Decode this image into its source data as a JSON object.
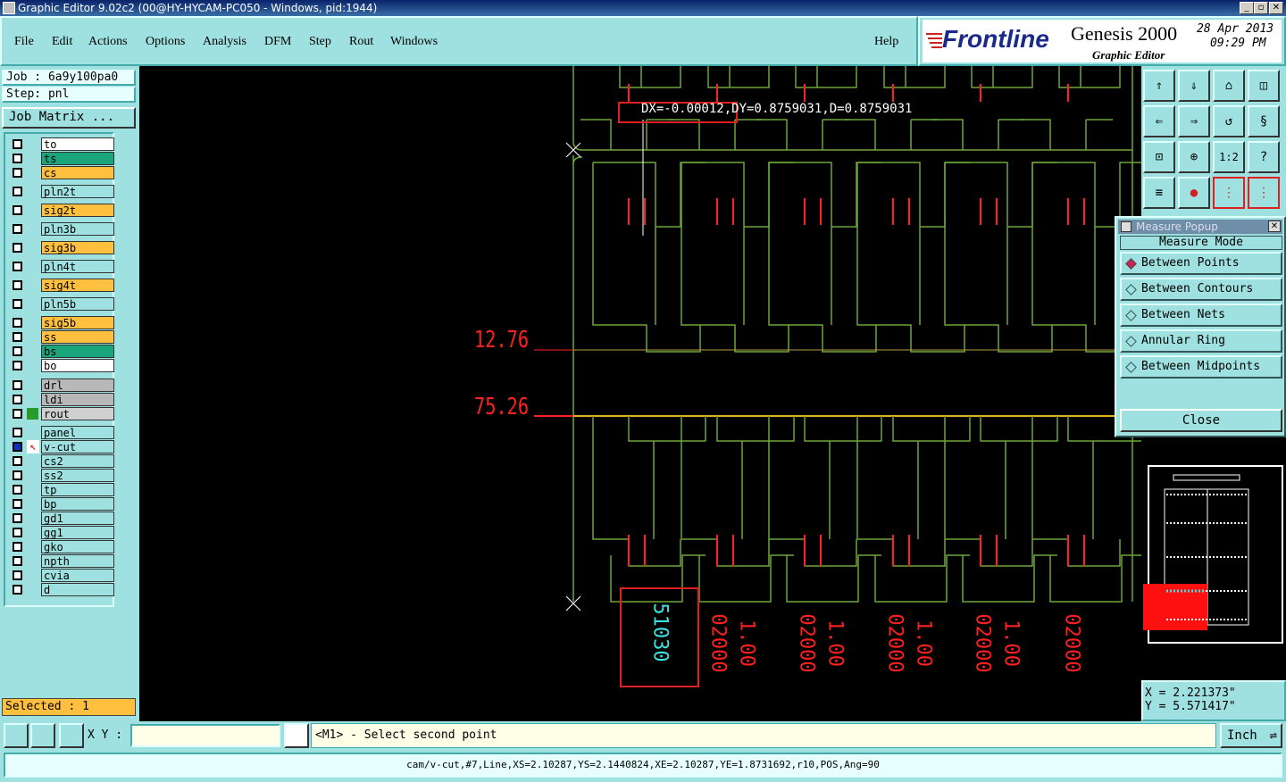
{
  "window": {
    "title": "Graphic Editor 9.02c2 (00@HY-HYCAM-PC050 - Windows, pid:1944)"
  },
  "menu": {
    "items": [
      "File",
      "Edit",
      "Actions",
      "Options",
      "Analysis",
      "DFM",
      "Step",
      "Rout",
      "Windows"
    ],
    "help": "Help"
  },
  "brand": {
    "logo": "Frontline",
    "product": "Genesis 2000",
    "subtitle": "Graphic Editor",
    "date": "28 Apr 2013",
    "time": "09:29 PM"
  },
  "job": {
    "job_label": "Job : 6a9y100pa0",
    "step_label": "Step: pnl",
    "matrix_button": "Job Matrix ..."
  },
  "layers": [
    {
      "name": "to",
      "color": "#ffffff"
    },
    {
      "name": "ts",
      "color": "#1aa67a"
    },
    {
      "name": "cs",
      "color": "#ffc040"
    },
    {
      "name": "pln2t",
      "color": "#9fe0e0"
    },
    {
      "name": "sig2t",
      "color": "#ffc040"
    },
    {
      "name": "pln3b",
      "color": "#9fe0e0"
    },
    {
      "name": "sig3b",
      "color": "#ffc040"
    },
    {
      "name": "pln4t",
      "color": "#9fe0e0"
    },
    {
      "name": "sig4t",
      "color": "#ffc040"
    },
    {
      "name": "pln5b",
      "color": "#9fe0e0"
    },
    {
      "name": "sig5b",
      "color": "#ffc040"
    },
    {
      "name": "ss",
      "color": "#ffc040"
    },
    {
      "name": "bs",
      "color": "#1aa67a"
    },
    {
      "name": "bo",
      "color": "#ffffff"
    },
    {
      "name": "drl",
      "color": "#b8b8b8"
    },
    {
      "name": "ldi",
      "color": "#b8b8b8"
    },
    {
      "name": "rout",
      "color": "#d0d0d0"
    },
    {
      "name": "panel",
      "color": "#9fe0e0"
    },
    {
      "name": "v-cut",
      "color": "#9fe0e0"
    },
    {
      "name": "cs2",
      "color": "#9fe0e0"
    },
    {
      "name": "ss2",
      "color": "#9fe0e0"
    },
    {
      "name": "tp",
      "color": "#9fe0e0"
    },
    {
      "name": "bp",
      "color": "#9fe0e0"
    },
    {
      "name": "gd1",
      "color": "#9fe0e0"
    },
    {
      "name": "gg1",
      "color": "#9fe0e0"
    },
    {
      "name": "gko",
      "color": "#9fe0e0"
    },
    {
      "name": "npth",
      "color": "#9fe0e0"
    },
    {
      "name": "cvia",
      "color": "#9fe0e0"
    },
    {
      "name": "d",
      "color": "#9fe0e0"
    }
  ],
  "selected_label": "Selected : 1",
  "canvas": {
    "measure_text": "DX=-0.00012,DY=0.8759031,D=0.8759031",
    "dim_a": "12.76",
    "dim_b": "75.26",
    "marker_text": "51030",
    "pad_labels": [
      "02000",
      "1.00",
      "02000",
      "1.00",
      "02000",
      "1.00",
      "02000",
      "1.00",
      "02000"
    ]
  },
  "measure_popup": {
    "title": "Measure Popup",
    "mode_label": "Measure Mode",
    "options": [
      "Between Points",
      "Between Contours",
      "Between Nets",
      "Annular Ring",
      "Between Midpoints"
    ],
    "selected": "Between Points",
    "close": "Close"
  },
  "coords": {
    "x": "X = 2.221373\"",
    "y": "Y = 5.571417\""
  },
  "bottom": {
    "xy_label": "X Y :",
    "xy_value": "",
    "prompt": "<M1> - Select second point",
    "unit": "Inch"
  },
  "status": {
    "text": "cam/v-cut,#7,Line,XS=2.10287,YS=2.1440824,XE=2.10287,YE=1.8731692,r10,POS,Ang=90"
  },
  "colors": {
    "panel": "#9fe0e0",
    "green": "#6aa63a",
    "red": "#ff2020",
    "orange": "#ffc040",
    "teal": "#1aa67a"
  }
}
